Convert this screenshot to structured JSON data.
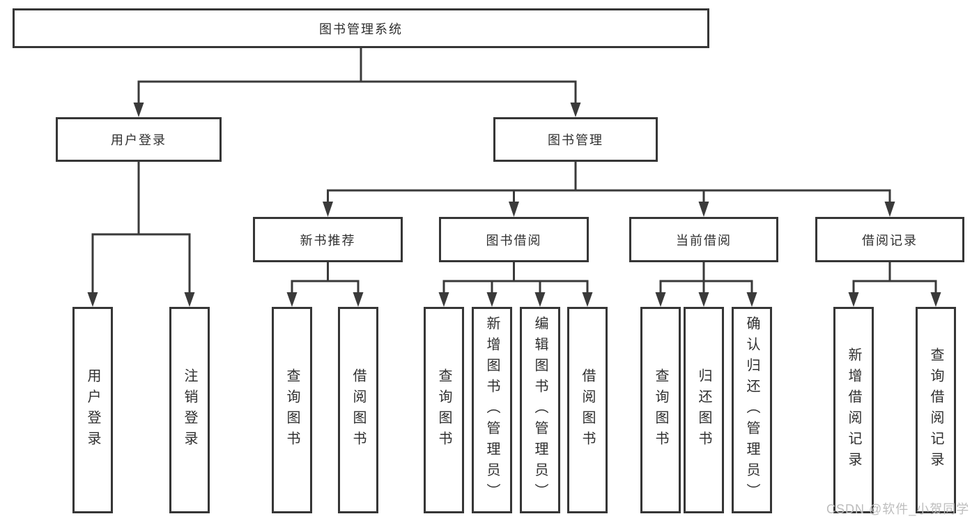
{
  "diagram_title": "图书管理系统",
  "nodes": {
    "root": "图书管理系统",
    "l2": [
      "用户登录",
      "图书管理"
    ],
    "l3": [
      "新书推荐",
      "图书借阅",
      "当前借阅",
      "借阅记录"
    ],
    "leaf": [
      "用户登录",
      "注销登录",
      "查询图书",
      "借阅图书",
      "查询图书",
      "新增图书（管理员）",
      "编辑图书（管理员）",
      "借阅图书",
      "查询图书",
      "归还图书",
      "确认归还（管理员）",
      "新增借阅记录",
      "查询借阅记录"
    ]
  },
  "hierarchy": {
    "用户登录": [
      "用户登录",
      "注销登录"
    ],
    "图书管理": [
      "新书推荐",
      "图书借阅",
      "当前借阅",
      "借阅记录"
    ],
    "新书推荐": [
      "查询图书",
      "借阅图书"
    ],
    "图书借阅": [
      "查询图书",
      "新增图书（管理员）",
      "编辑图书（管理员）",
      "借阅图书"
    ],
    "当前借阅": [
      "查询图书",
      "归还图书",
      "确认归还（管理员）"
    ],
    "借阅记录": [
      "新增借阅记录",
      "查询借阅记录"
    ]
  },
  "colors": {
    "line": "#3a3a3a",
    "box_border": "#363636",
    "box_fill": "#ffffff",
    "text": "#2f2f2f",
    "watermark": "#bdbdbd",
    "background": "#ffffff"
  },
  "watermark": "CSDN @软件_小贺同学"
}
